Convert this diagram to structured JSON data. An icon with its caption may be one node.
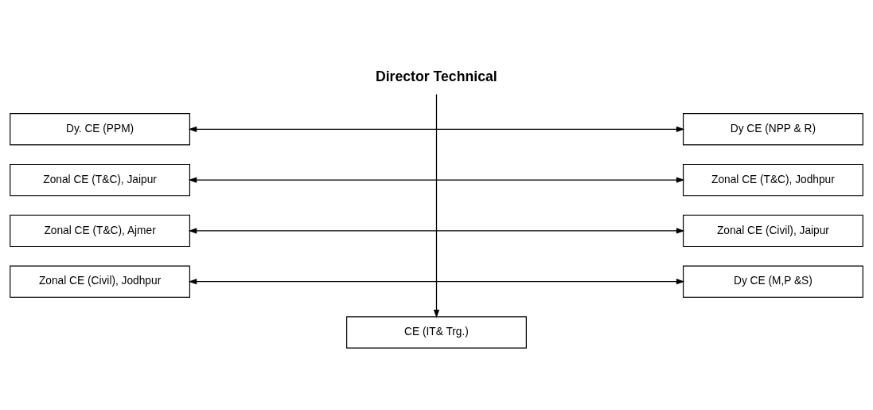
{
  "diagram": {
    "nodes": [
      {
        "text": [
          "Director Technical"
        ]
      },
      {
        "text": [
          "Dy. CE (PPM)"
        ]
      },
      {
        "text": [
          "Dy CE (NPP & R)"
        ]
      },
      {
        "text": [
          "Zonal CE (T&C), Jaipur"
        ]
      },
      {
        "text": [
          "Zonal CE (T&C), Jodhpur"
        ]
      },
      {
        "text": [
          "Zonal CE (T&C), Ajmer"
        ]
      },
      {
        "text": [
          "Zonal CE (Civil), Jaipur"
        ]
      },
      {
        "text": [
          "Zonal CE (Civil), Jodhpur"
        ]
      },
      {
        "text": [
          "Dy CE (M,P &S)"
        ]
      },
      {
        "text": [
          "CE (IT& Trg.)"
        ]
      }
    ],
    "edges": [
      {
        "from": 0,
        "to": 9,
        "arrow": "to"
      },
      {
        "from": 1,
        "to": 2,
        "arrow": "both"
      },
      {
        "from": 3,
        "to": 4,
        "arrow": "both"
      },
      {
        "from": 5,
        "to": 6,
        "arrow": "both"
      },
      {
        "from": 7,
        "to": 8,
        "arrow": "both"
      }
    ]
  }
}
